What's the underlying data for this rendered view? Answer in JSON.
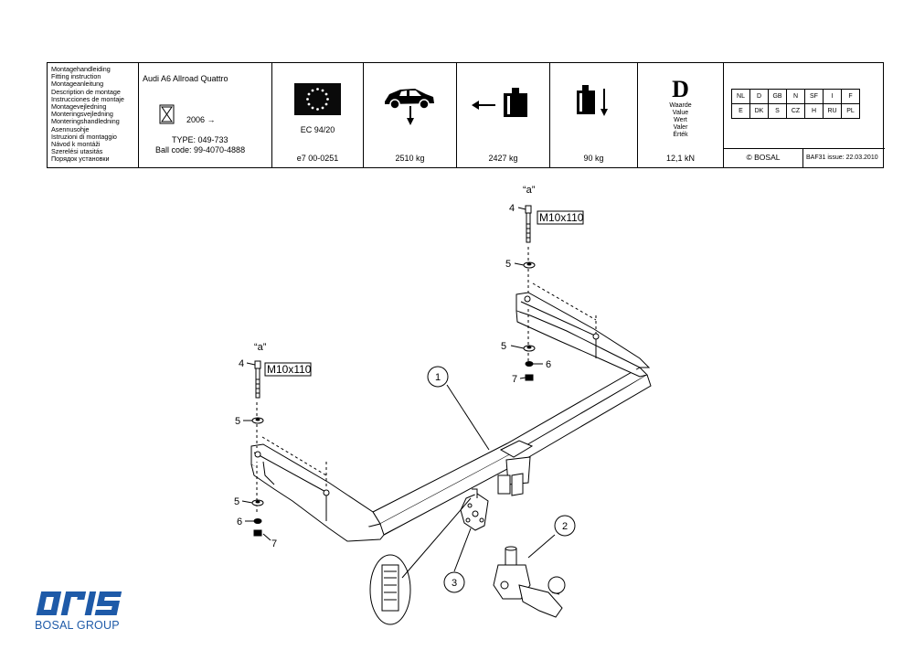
{
  "header": {
    "languages": [
      "Montagehandleiding",
      "Fitting instruction",
      "Montageanleitung",
      "Description de montage",
      "Instrucciones de montaje",
      "Montagevejledning",
      "Monteringsvejledning",
      "Monteringshandledning",
      "Asennusohje",
      "Istruzioni di montaggio",
      "Návod k montáži",
      "Szerelési utasitás",
      "Порядок установки"
    ],
    "vehicle": "Audi A6  Allroad  Quattro",
    "year": "2006 →",
    "type": "TYPE: 049-733",
    "ball_code": "Ball code: 99-4070-4888",
    "standard": "EC 94/20",
    "approval": "e7   00-0251",
    "total_mass": "2510 kg",
    "trailer_mass": "2427 kg",
    "vertical_load": "90 kg",
    "d_symbol": "D",
    "d_words": [
      "Waarde",
      "Value",
      "Wert",
      "Valer",
      "Érték"
    ],
    "d_value": "12,1 kN",
    "countries_row1": [
      "NL",
      "D",
      "GB",
      "N",
      "SF",
      "I",
      "F"
    ],
    "countries_row2": [
      "E",
      "DK",
      "S",
      "CZ",
      "H",
      "RU",
      "PL"
    ],
    "copyright": "© BOSAL",
    "issue": "BAF31 issue: 22.03.2010"
  },
  "diagram": {
    "bolt_size": "M10x110",
    "bolt_ref": "“a”",
    "part_numbers": [
      "1",
      "2",
      "3",
      "4",
      "5",
      "6",
      "7"
    ]
  },
  "logo": {
    "brand": "oris",
    "group": "BOSAL GROUP",
    "color": "#1e5aa8"
  }
}
